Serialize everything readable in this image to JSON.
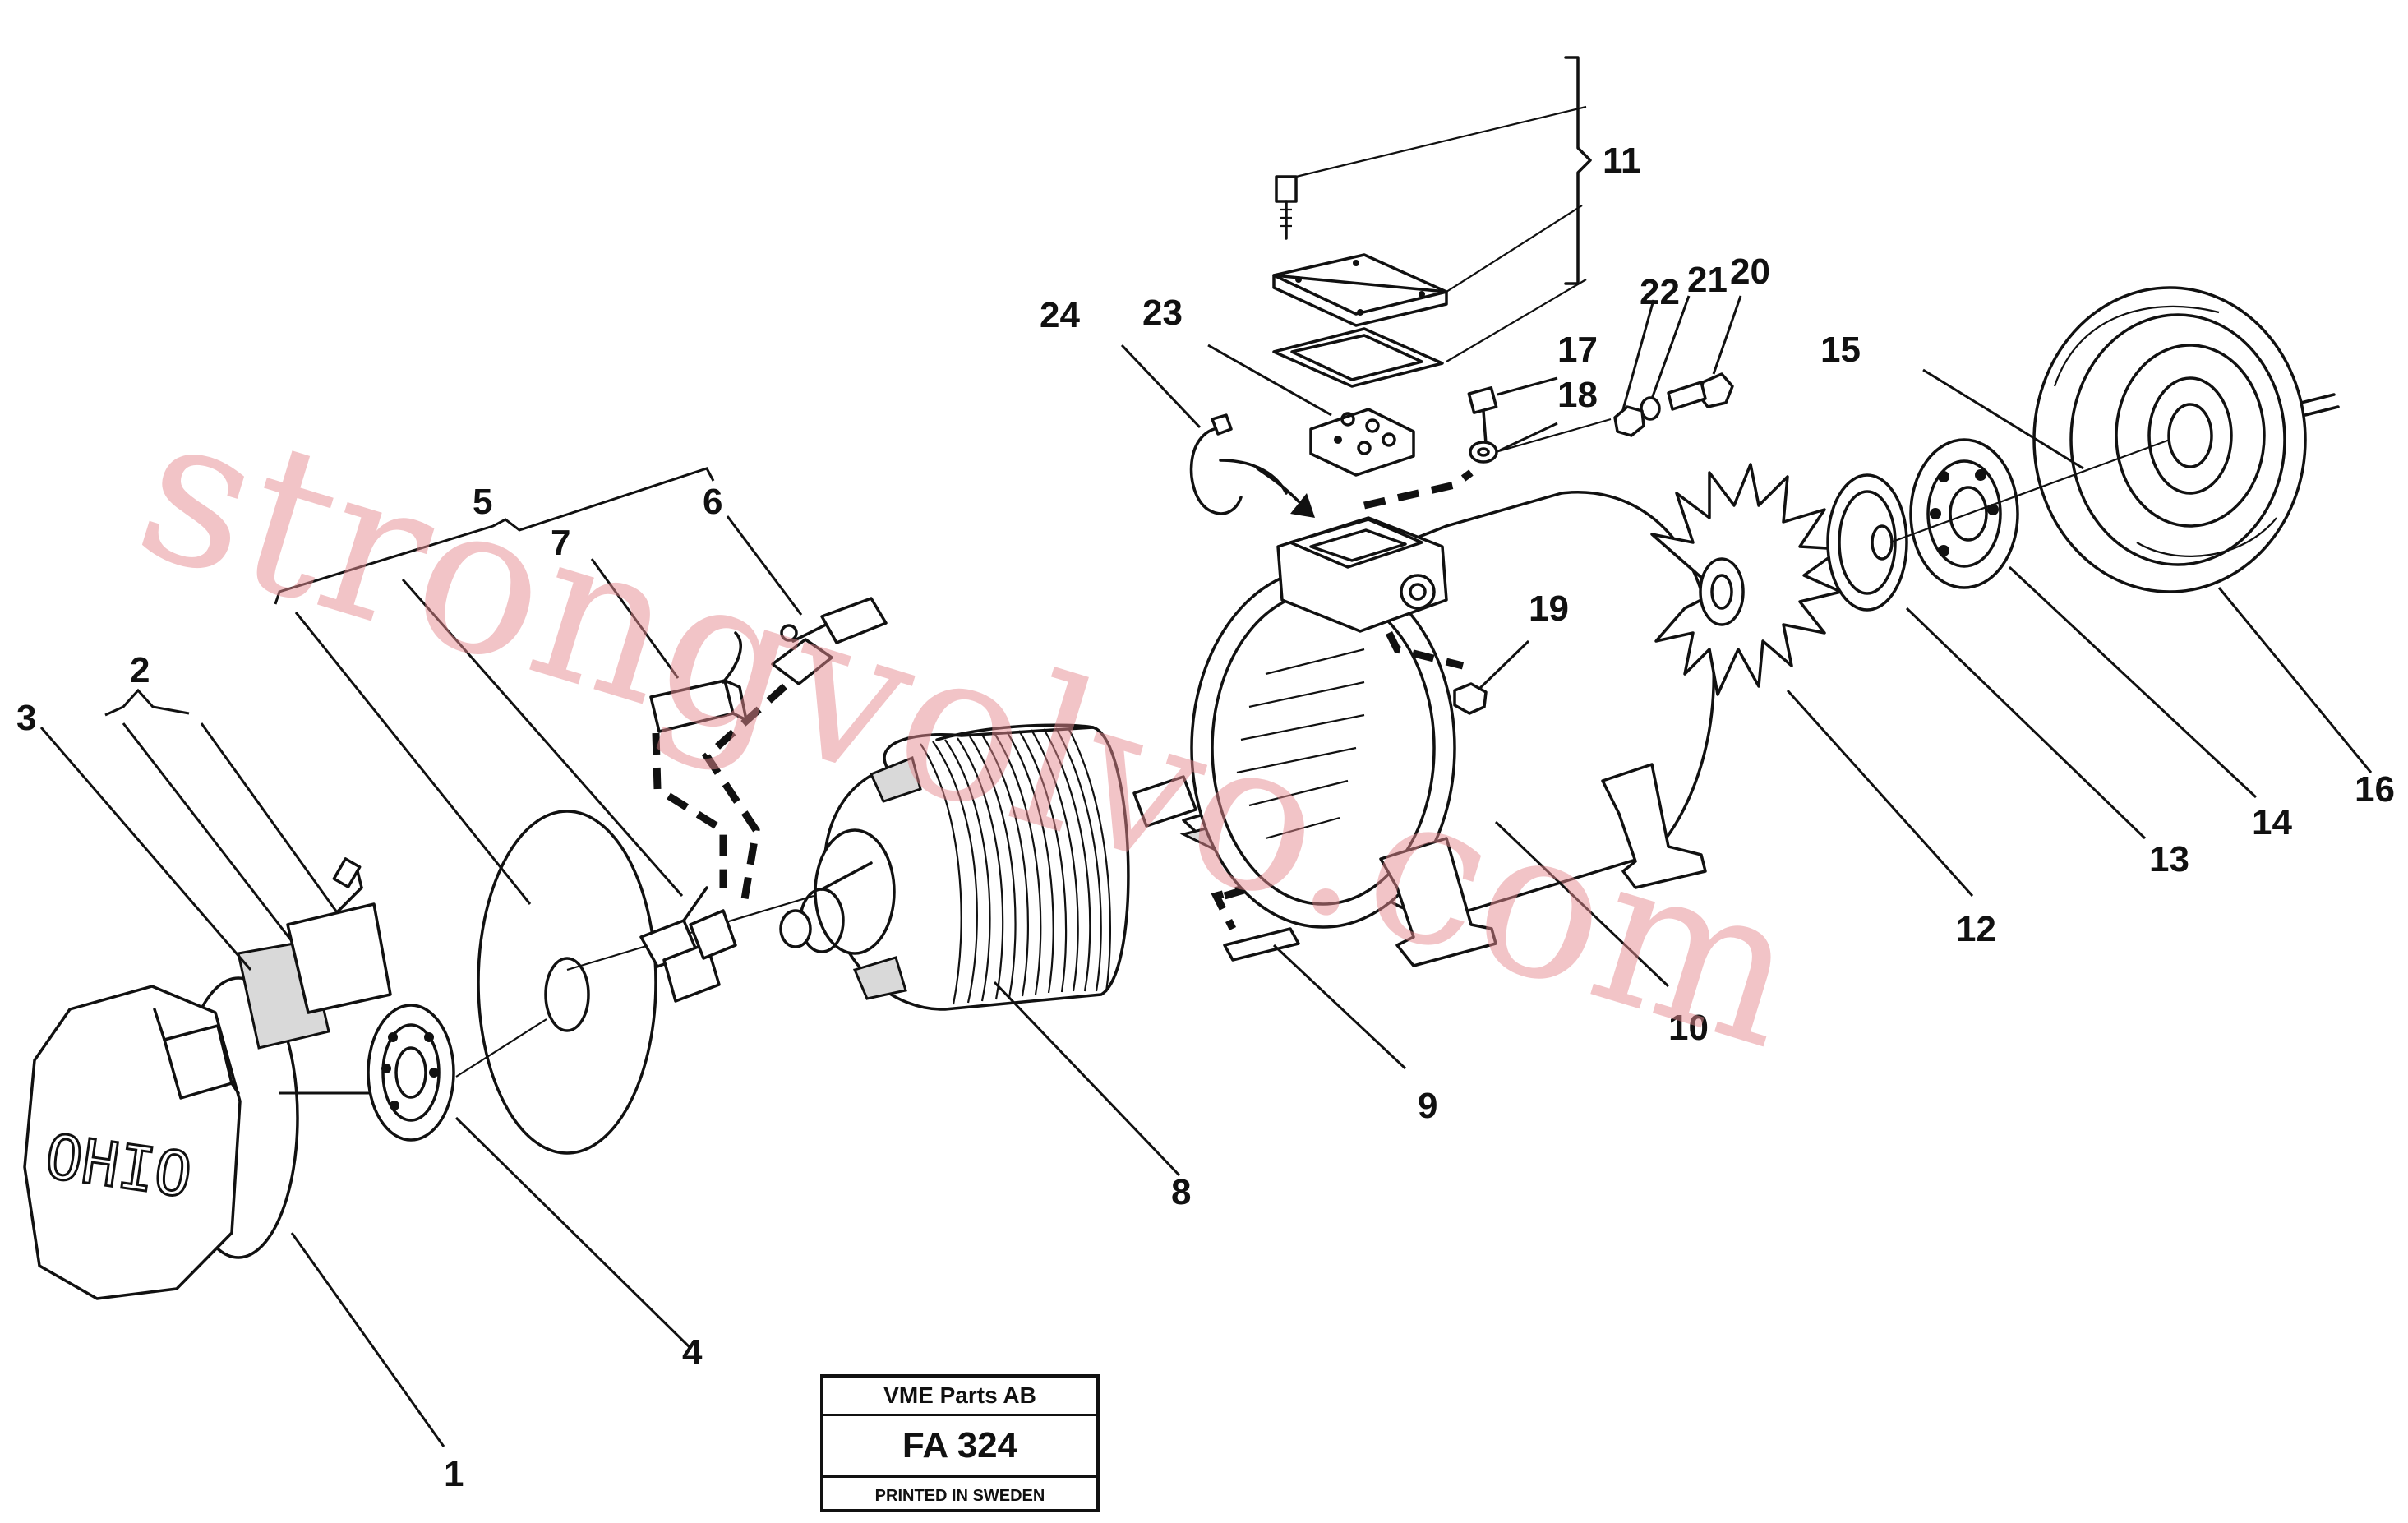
{
  "diagram": {
    "watermark": "strongvolvo.com",
    "brand_marking": "OHIO",
    "part_numbers": [
      "1",
      "2",
      "3",
      "4",
      "5",
      "6",
      "7",
      "8",
      "9",
      "10",
      "11",
      "12",
      "13",
      "14",
      "15",
      "16",
      "17",
      "18",
      "19",
      "20",
      "21",
      "22",
      "23",
      "24"
    ]
  },
  "stamp": {
    "company": "VME Parts AB",
    "code": "FA 324",
    "printed": "PRINTED IN SWEDEN"
  }
}
